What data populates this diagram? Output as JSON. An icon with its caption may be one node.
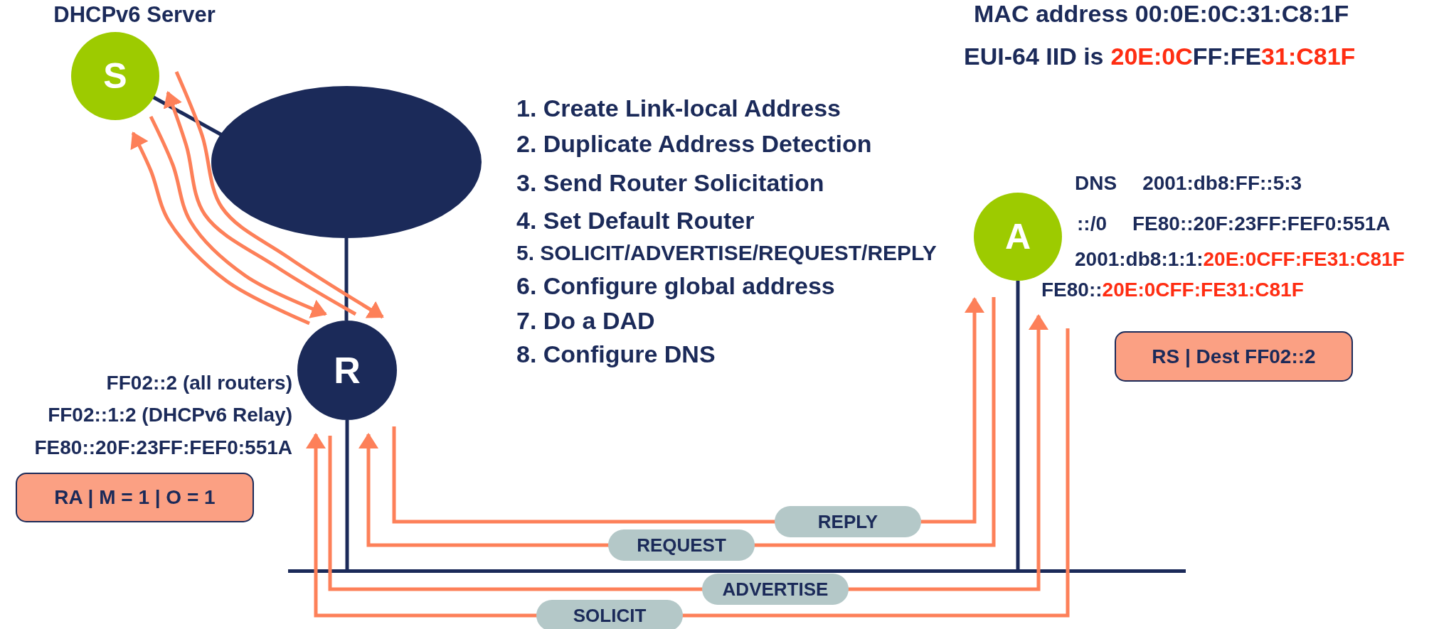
{
  "diagram": {
    "nodes": [
      {
        "text": [
          "S"
        ],
        "beside": [
          "DHCPv6 Server"
        ]
      },
      {
        "text": [],
        "shape": "ellipse"
      },
      {
        "text": [
          "R"
        ],
        "beside": [
          "FF02::2 (all routers)",
          "FF02::1:2 (DHCPv6 Relay)",
          "FE80::20F:23FF:FEF0:551A"
        ]
      },
      {
        "text": [
          "RA | M = 1 | O = 1"
        ]
      },
      {
        "text": [
          "A"
        ],
        "beside": [
          "DNS",
          "2001:db8:FF::5:3",
          "::/0",
          "FE80::20F:23FF:FEF0:551A",
          "2001:db8:1:1:",
          "20E:0CFF:FE31:C81F",
          "FE80::",
          "20E:0CFF:FE31:C81F"
        ]
      },
      {
        "text": [
          "RS | Dest FF02::2"
        ]
      },
      {
        "text": [],
        "shape": "bar"
      }
    ],
    "edges": [
      {
        "from": 0,
        "to": 1,
        "arrow": "none",
        "color": "#1b2a59"
      },
      {
        "from": 1,
        "to": 2,
        "arrow": "none",
        "color": "#1b2a59"
      },
      {
        "from": 2,
        "to": 6,
        "arrow": "none",
        "color": "#1b2a59"
      },
      {
        "from": 4,
        "to": 6,
        "arrow": "none",
        "color": "#1b2a59"
      },
      {
        "from": 0,
        "to": 2,
        "arrow": "to"
      },
      {
        "from": 2,
        "to": 0,
        "arrow": "to"
      },
      {
        "from": 0,
        "to": 2,
        "arrow": "to"
      },
      {
        "from": 2,
        "to": 0,
        "arrow": "to"
      },
      {
        "from": 4,
        "to": 2,
        "arrow": "to",
        "label": "SOLICIT"
      },
      {
        "from": 2,
        "to": 4,
        "arrow": "to",
        "label": "ADVERTISE"
      },
      {
        "from": 4,
        "to": 2,
        "arrow": "to",
        "label": "REQUEST"
      },
      {
        "from": 2,
        "to": 4,
        "arrow": "to",
        "label": "REPLY"
      }
    ],
    "labels": [
      "MAC address 00:0E:0C:31:C8:1F",
      "EUI-64 IID is",
      "20E:0C",
      "FF:FE",
      "31:C81F",
      "1. Create Link-local Address",
      "2. Duplicate Address Detection",
      "3. Send Router Solicitation",
      "4. Set Default Router",
      "5. SOLICIT/ADVERTISE/REQUEST/REPLY",
      "6. Configure global address",
      "7. Do a DAD",
      "8. Configure DNS"
    ]
  }
}
